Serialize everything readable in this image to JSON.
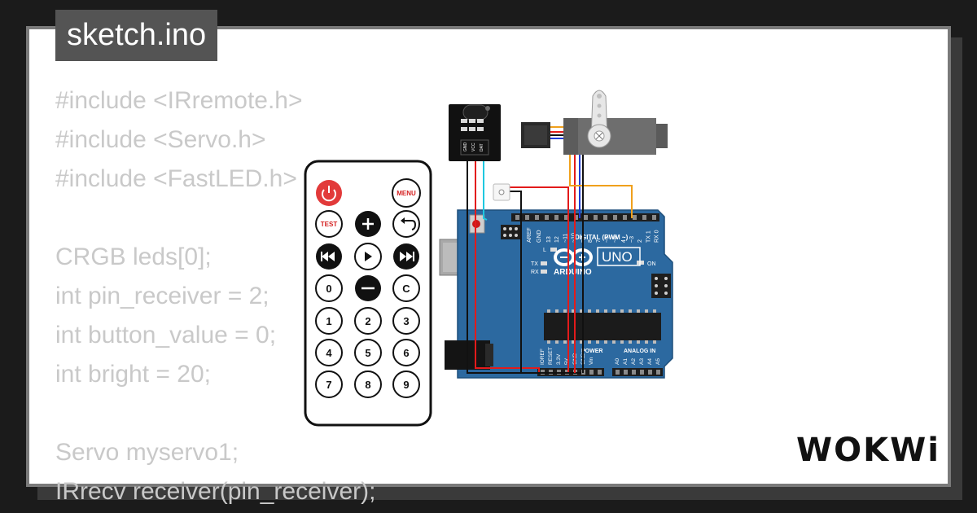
{
  "editor": {
    "filename": "sketch.ino",
    "code_lines": [
      "#include <IRremote.h>",
      "#include <Servo.h>",
      "#include <FastLED.h>",
      "",
      "CRGB leds[0];",
      "int pin_receiver = 2;",
      "int button_value = 0;",
      "int bright = 20;",
      "",
      "Servo myservo1;",
      "IRrecv receiver(pin_receiver);"
    ]
  },
  "remote": {
    "menu_label": "MENU",
    "test_label": "TEST",
    "keys": [
      "0",
      "C",
      "1",
      "2",
      "3",
      "4",
      "5",
      "6",
      "7",
      "8",
      "9"
    ],
    "icons": [
      "power-icon",
      "plus-icon",
      "back-icon",
      "rewind-icon",
      "play-icon",
      "fast-forward-icon",
      "minus-icon"
    ]
  },
  "ir_receiver": {
    "pins": [
      "GND",
      "VCC",
      "DAT"
    ]
  },
  "arduino": {
    "brand": "ARDUINO",
    "model": "UNO",
    "digital_label": "DIGITAL (PWM ~)",
    "power_label": "POWER",
    "analog_label": "ANALOG IN",
    "aref": "AREF",
    "gnd": "GND",
    "pin_l": "L",
    "pin_tx": "TX",
    "pin_rx": "RX",
    "on_label": "ON",
    "digital_pins": [
      "13",
      "12",
      "~11",
      "~10",
      "~9",
      "8",
      "7",
      "~6",
      "~5",
      "4",
      "~3",
      "2",
      "TX 1",
      "RX 0"
    ],
    "power_pins": [
      "IOREF",
      "RESET",
      "3.3V",
      "5V",
      "GND",
      "GND",
      "Vin"
    ],
    "analog_pins": [
      "A0",
      "A1",
      "A2",
      "A3",
      "A4",
      "A5"
    ]
  },
  "brand_logo": "WOKWi",
  "wire_colors": {
    "red": "#e31b1b",
    "black": "#111111",
    "blue": "#1f3bd8",
    "orange": "#f0a01c",
    "cyan": "#1ec8e0",
    "board": "#2c69a0"
  }
}
